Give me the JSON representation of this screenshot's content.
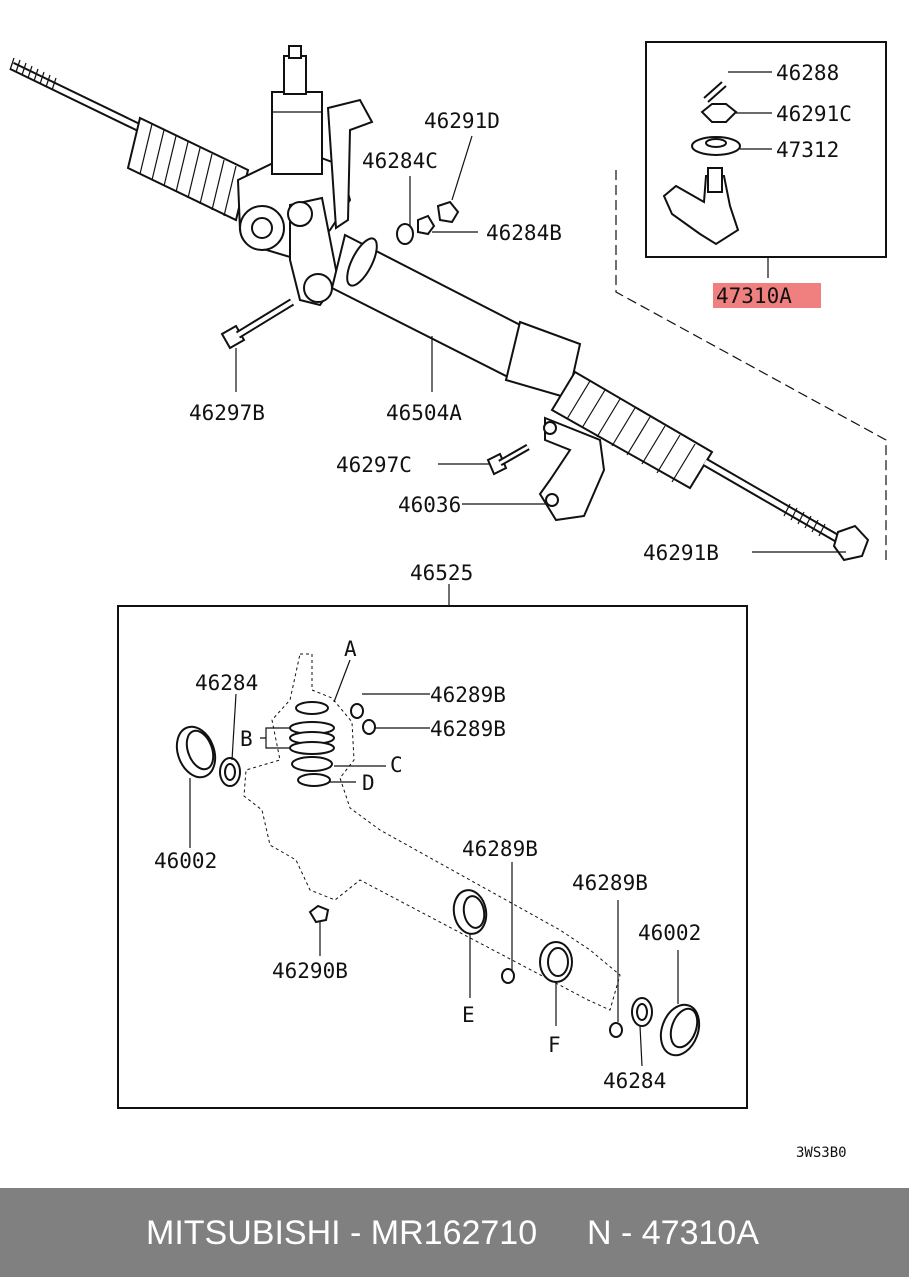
{
  "colors": {
    "highlight": "#f08080",
    "footer_bg": "#808080",
    "footer_text": "#ffffff"
  },
  "labels": {
    "p46288": "46288",
    "p46291C": "46291C",
    "p47312": "47312",
    "p47310A": "47310A",
    "p46291D": "46291D",
    "p46284C": "46284C",
    "p46284B": "46284B",
    "p46297B": "46297B",
    "p46504A": "46504A",
    "p46297C": "46297C",
    "p46036": "46036",
    "p46291B": "46291B",
    "p46525": "46525",
    "p46284_top": "46284",
    "p46289B_1": "46289B",
    "p46289B_2": "46289B",
    "p46002_left": "46002",
    "p46290B": "46290B",
    "p46289B_3": "46289B",
    "p46289B_4": "46289B",
    "p46002_right": "46002",
    "p46284_bottom": "46284",
    "letter_A": "A",
    "letter_B": "B",
    "letter_C": "C",
    "letter_D": "D",
    "letter_E": "E",
    "letter_F": "F",
    "code": "3WS3B0"
  },
  "footer": {
    "left": "MITSUBISHI - MR162710",
    "right": "N - 47310A"
  }
}
